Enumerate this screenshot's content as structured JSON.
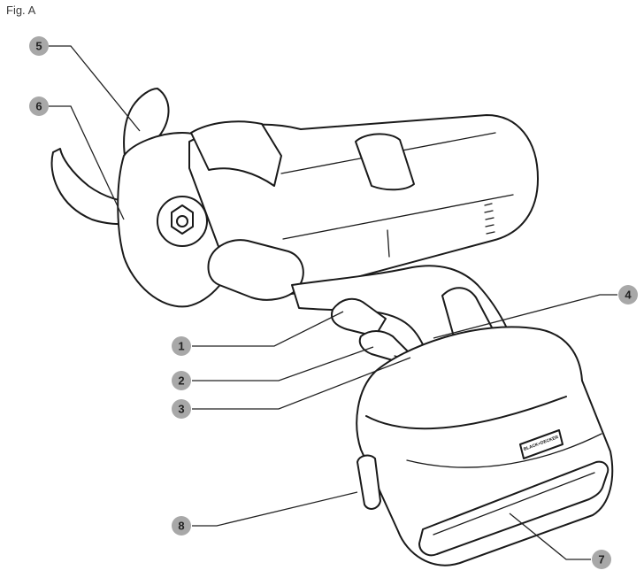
{
  "figure": {
    "label": "Fig. A",
    "brand_mark": "BLACK+DECKER"
  },
  "callouts": [
    {
      "id": "1"
    },
    {
      "id": "2"
    },
    {
      "id": "3"
    },
    {
      "id": "4"
    },
    {
      "id": "5"
    },
    {
      "id": "6"
    },
    {
      "id": "7"
    },
    {
      "id": "8"
    }
  ]
}
